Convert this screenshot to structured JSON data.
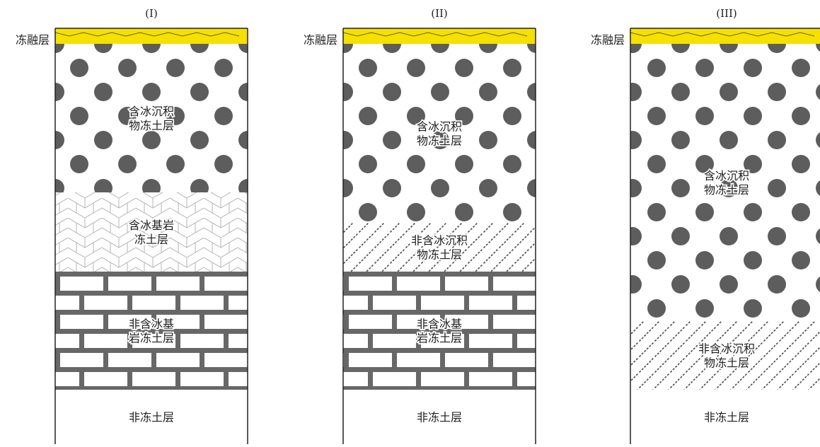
{
  "colors": {
    "thaw": "#f5e000",
    "dot": "#5d5d5d",
    "brick": "#676767",
    "hatch": "#4a4a4a",
    "herring": "#b4b4b4",
    "border": "#222222",
    "text": "#1e1e1e"
  },
  "columns": [
    {
      "roman": "(I)",
      "side_label": "冻融层",
      "layers": [
        {
          "type": "thaw",
          "lines": []
        },
        {
          "type": "dots",
          "lines": [
            "含冰沉积",
            "物冻土层"
          ]
        },
        {
          "type": "herringbone",
          "lines": [
            "含冰基岩",
            "冻土层"
          ]
        },
        {
          "type": "brick",
          "lines": [
            "非含冰基",
            "岩冻土层"
          ]
        },
        {
          "type": "plain",
          "lines": [
            "非冻土层"
          ]
        }
      ]
    },
    {
      "roman": "(II)",
      "side_label": "冻融层",
      "layers": [
        {
          "type": "thaw",
          "lines": []
        },
        {
          "type": "dots",
          "lines": [
            "含冰沉积",
            "物冻土层"
          ]
        },
        {
          "type": "hatch",
          "lines": [
            "非含冰沉积",
            "物冻土层"
          ]
        },
        {
          "type": "brick",
          "lines": [
            "非含冰基",
            "岩冻土层"
          ]
        },
        {
          "type": "plain",
          "lines": [
            "非冻土层"
          ]
        }
      ]
    },
    {
      "roman": "(III)",
      "side_label": "冻融层",
      "layers": [
        {
          "type": "thaw",
          "lines": []
        },
        {
          "type": "dots",
          "lines": [
            "含冰沉积",
            "物冻土层"
          ]
        },
        {
          "type": "hatch",
          "lines": [
            "非含冰沉积",
            "物冻土层"
          ]
        },
        {
          "type": "plain",
          "lines": [
            "非冻土层"
          ]
        }
      ]
    }
  ]
}
